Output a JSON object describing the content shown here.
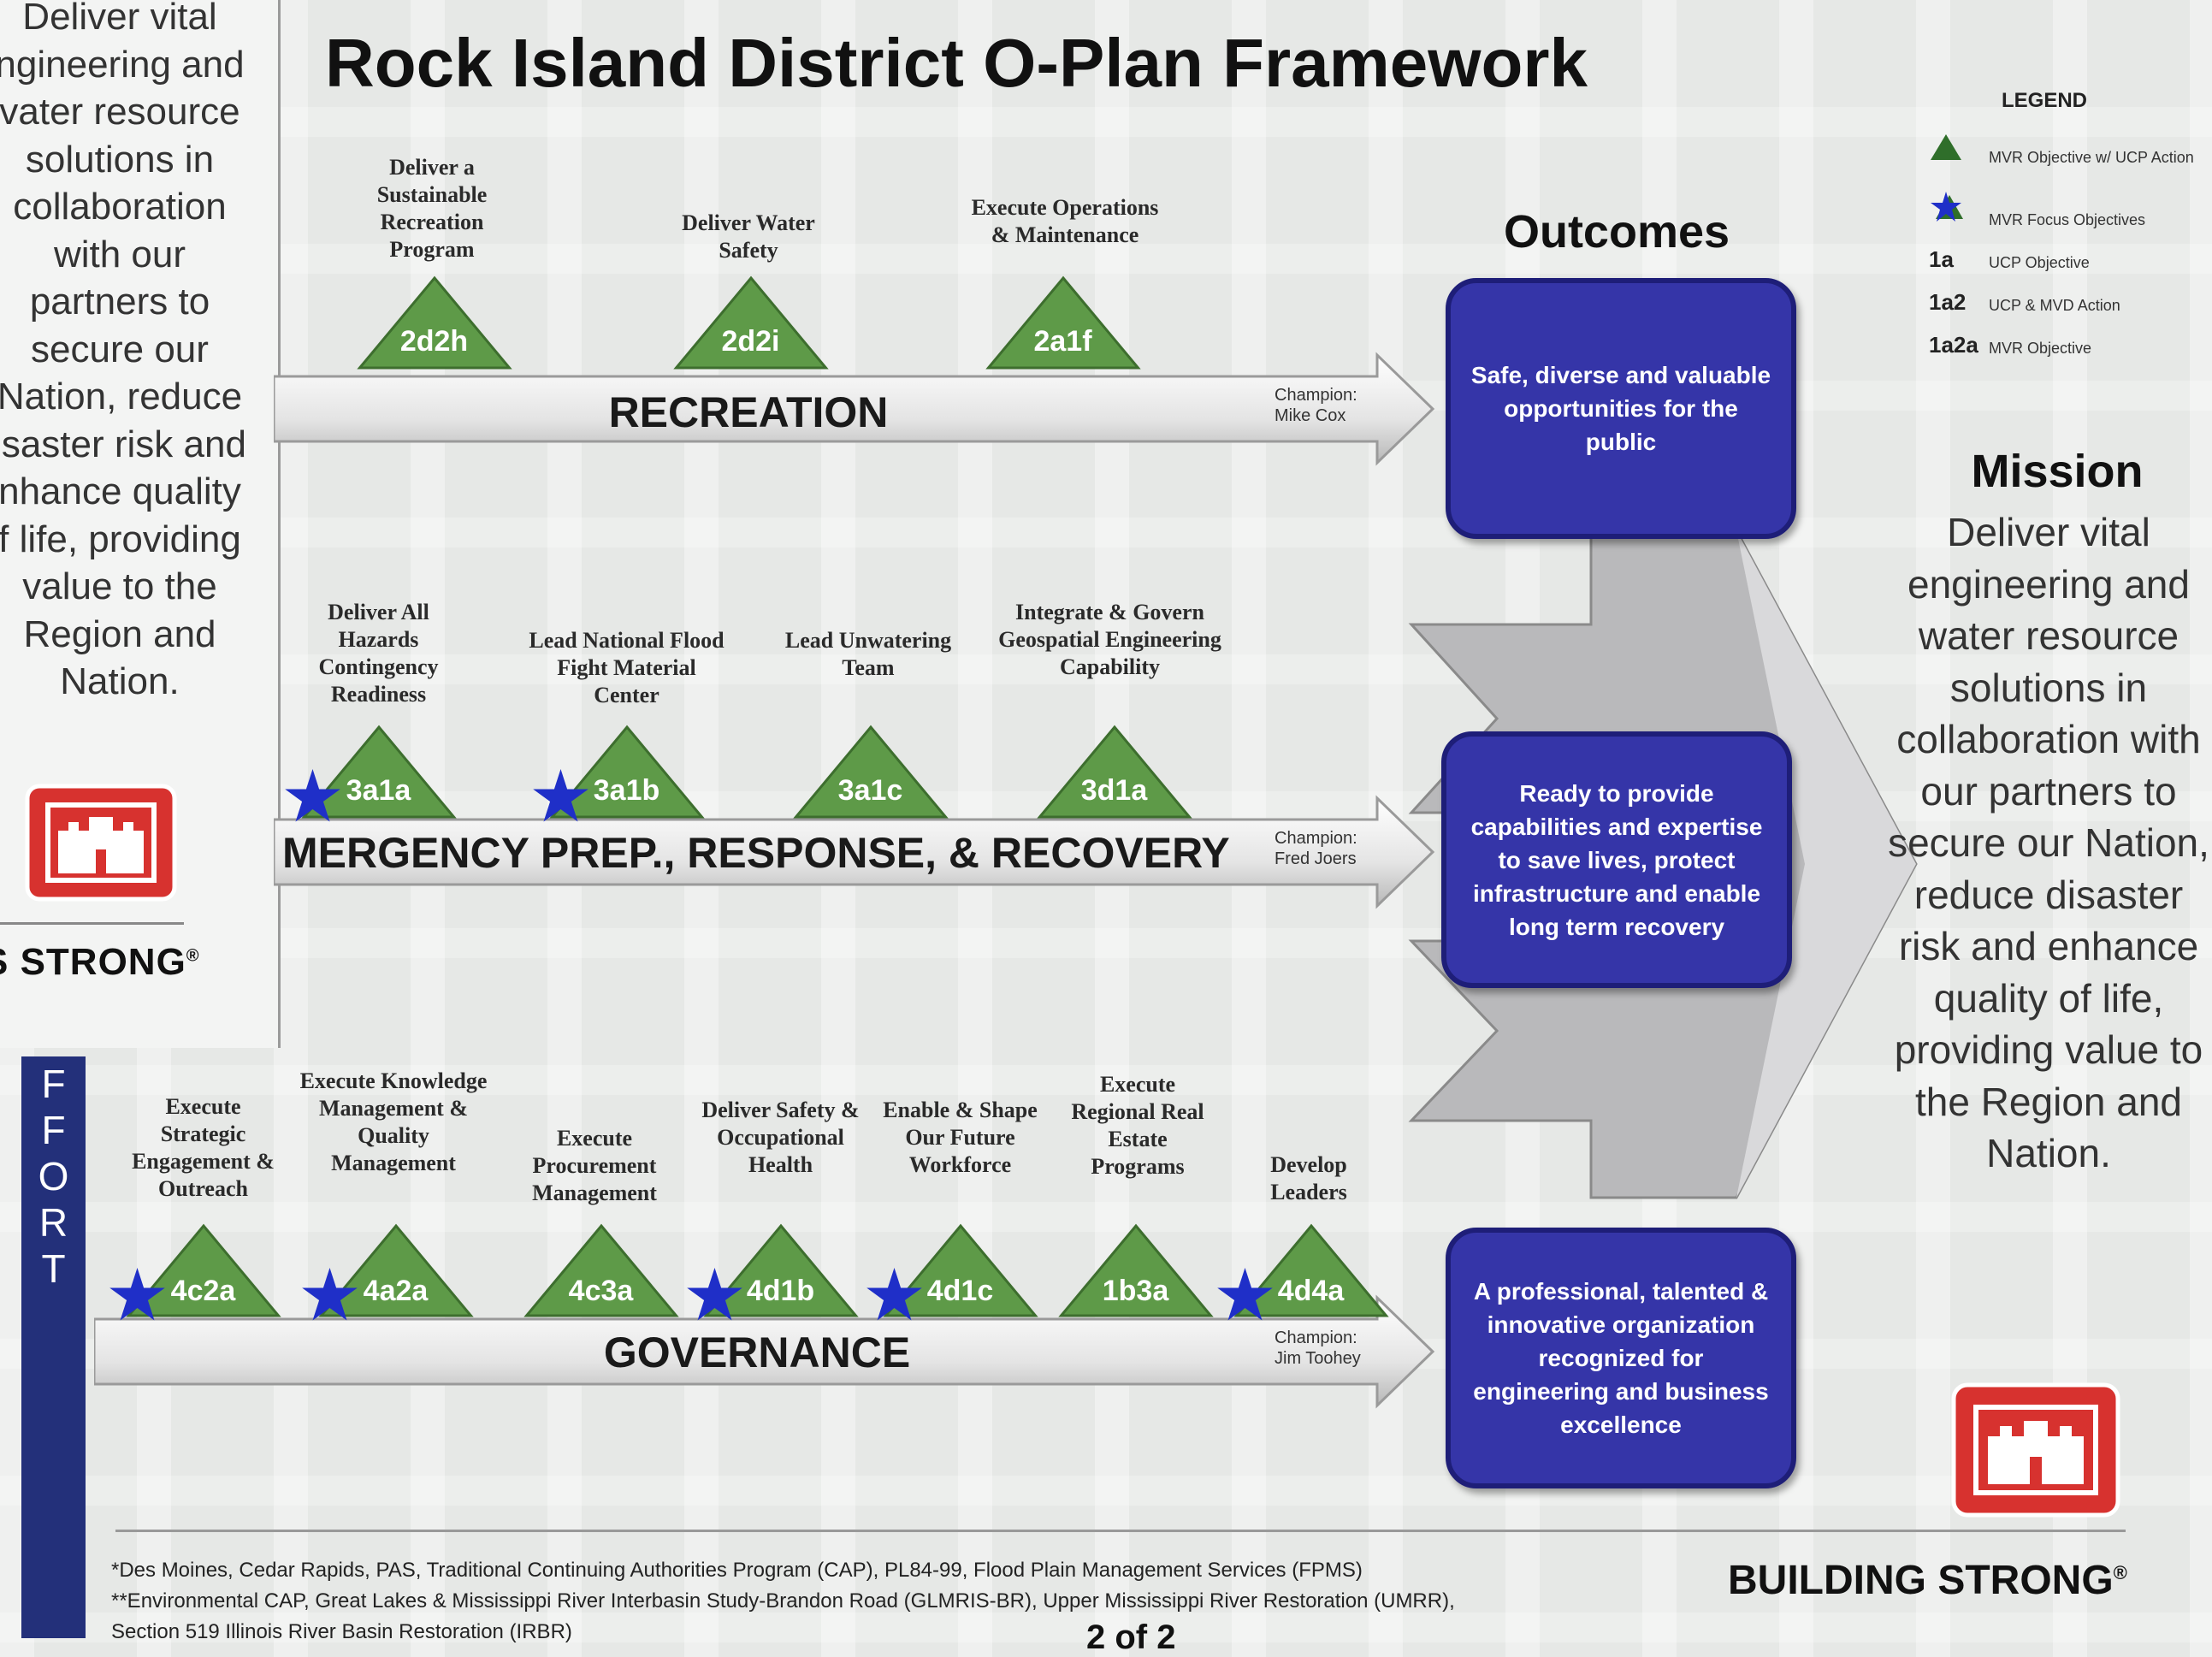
{
  "title": "Rock Island District O-Plan Framework",
  "left_panel": {
    "mission_lines": [
      "Deliver vital",
      "ngineering and",
      "vater resource",
      "solutions in",
      "collaboration",
      "with our",
      "partners to",
      "secure our",
      "Nation, reduce",
      "isaster risk and",
      "nhance quality",
      "f life, providing",
      "value to the",
      "Region and",
      "Nation."
    ],
    "building_strong": "S STRONG",
    "building_strong_mark": "®",
    "effort_letters": [
      "F",
      "F",
      "O",
      "R",
      "T"
    ]
  },
  "legend": {
    "title": "LEGEND",
    "items": [
      {
        "key_icon": "green-triangle-icon",
        "text": "MVR Objective w/ UCP Action"
      },
      {
        "key_icon": "blue-star-icon",
        "text": "MVR Focus Objectives"
      },
      {
        "key": "1a",
        "text": "UCP Objective"
      },
      {
        "key": "1a2",
        "text": "UCP & MVD Action"
      },
      {
        "key": "1a2a",
        "text": "MVR Objective"
      }
    ]
  },
  "colors": {
    "triangle": "#5e9a48",
    "triangle_edge": "#3d6e2e",
    "outcome_box": "#3535a8",
    "star": "#1f2fc8",
    "effort_bar": "#23307a",
    "castle_red": "#d7322f"
  },
  "lines_of_effort": [
    {
      "name": "RECREATION",
      "champion_label": "Champion:",
      "champion_name": "Mike Cox",
      "objectives": [
        {
          "label": "Deliver a Sustainable Recreation Program",
          "code": "2d2h",
          "focus": false
        },
        {
          "label": "Deliver Water Safety",
          "code": "2d2i",
          "focus": false
        },
        {
          "label": "Execute Operations & Maintenance",
          "code": "2a1f",
          "focus": false
        }
      ],
      "outcome": "Safe, diverse and valuable opportunities for the public"
    },
    {
      "name": "MERGENCY PREP., RESPONSE, & RECOVERY",
      "champion_label": "Champion:",
      "champion_name": "Fred Joers",
      "objectives": [
        {
          "label": "Deliver All Hazards Contingency Readiness",
          "code": "3a1a",
          "focus": true
        },
        {
          "label": "Lead National Flood Fight Material Center",
          "code": "3a1b",
          "focus": true
        },
        {
          "label": "Lead Unwatering Team",
          "code": "3a1c",
          "focus": false
        },
        {
          "label": "Integrate & Govern Geospatial Engineering Capability",
          "code": "3d1a",
          "focus": false
        }
      ],
      "outcome": "Ready to provide capabilities and expertise to save lives, protect infrastructure and enable long term recovery"
    },
    {
      "name": "GOVERNANCE",
      "champion_label": "Champion:",
      "champion_name": "Jim Toohey",
      "objectives": [
        {
          "label": "Execute Strategic Engagement & Outreach",
          "code": "4c2a",
          "focus": true
        },
        {
          "label": "Execute Knowledge Management & Quality Management",
          "code": "4a2a",
          "focus": true
        },
        {
          "label": "Execute Procurement Management",
          "code": "4c3a",
          "focus": false
        },
        {
          "label": "Deliver Safety & Occupational Health",
          "code": "4d1b",
          "focus": true
        },
        {
          "label": "Enable & Shape Our Future Workforce",
          "code": "4d1c",
          "focus": true
        },
        {
          "label": "Execute Regional Real Estate Programs",
          "code": "1b3a",
          "focus": false
        },
        {
          "label": "Develop Leaders",
          "code": "4d4a",
          "focus": true
        }
      ],
      "outcome": "A professional, talented & innovative organization recognized for engineering and business excellence"
    }
  ],
  "outcomes_heading": "Outcomes",
  "mission": {
    "heading": "Mission",
    "text": "Deliver vital engineering and water resource solutions in collaboration with our partners to secure our Nation, reduce disaster risk and enhance quality of life, providing value to the Region and Nation."
  },
  "footer": {
    "footnote_1": "*Des Moines, Cedar Rapids, PAS, Traditional Continuing Authorities Program (CAP), PL84-99, Flood Plain Management Services (FPMS)",
    "footnote_2": "**Environmental CAP, Great Lakes & Mississippi River Interbasin Study-Brandon Road (GLMRIS-BR), Upper Mississippi River Restoration (UMRR),",
    "footnote_3": "Section 519 Illinois River Basin Restoration (IRBR)",
    "page_number": "2 of 2",
    "building_strong": "BUILDING STRONG",
    "building_strong_mark": "®"
  }
}
